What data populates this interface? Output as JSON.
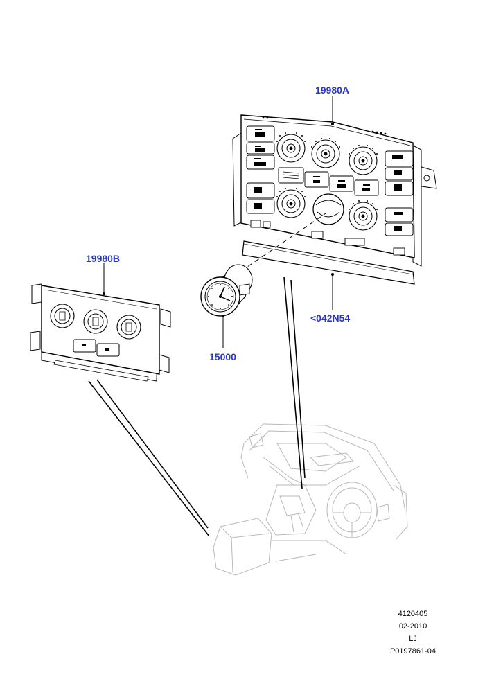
{
  "callouts": {
    "panel_a": "19980A",
    "panel_b": "19980B",
    "trim": "<042N54",
    "clock": "15000"
  },
  "footer": {
    "line1": "4120405",
    "line2": "02-2010",
    "line3": "LJ",
    "line4": "P0197861-04"
  },
  "colors": {
    "callout": "#2a35c9",
    "line": "#000000",
    "ghost": "#b8b8b8"
  },
  "icons": {
    "panel_a": "climate-control-panel-icon",
    "panel_b": "climate-control-panel-icon",
    "clock": "analog-clock-icon",
    "trim": "trim-strip-icon",
    "interior": "vehicle-interior-icon"
  }
}
